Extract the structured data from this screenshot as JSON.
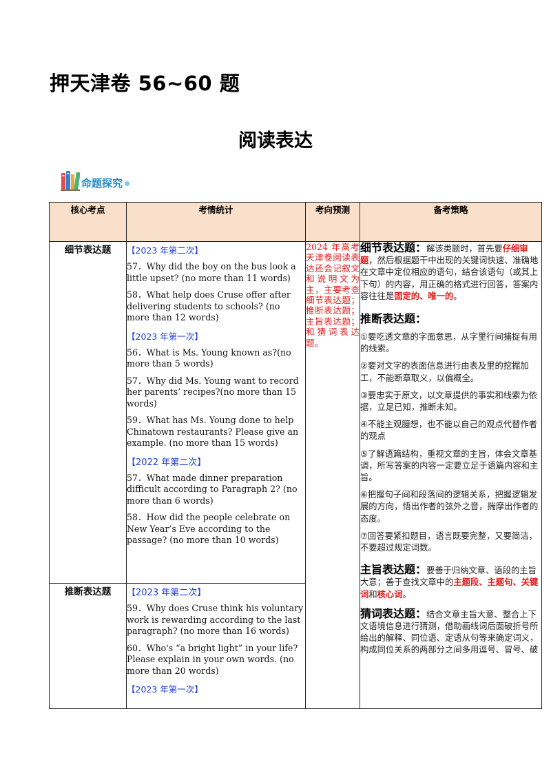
{
  "header": {
    "page_title": "押天津卷 56~60 题",
    "section_title": "阅读表达",
    "badge_label": "命题探究"
  },
  "table": {
    "columns": [
      "核心考点",
      "考情统计",
      "考向预测",
      "备考策略"
    ],
    "rows": [
      {
        "key_point": "细节表达题",
        "groups": [
          {
            "year": "【2023 年第二次】",
            "questions": [
              "57．Why did the boy on the bus look a little upset? (no more than 11 words)",
              "58．What help does Cruse offer after delivering students to schools? (no more than 12 words)"
            ]
          },
          {
            "year": "【2023 年第一次】",
            "questions": [
              "56．What is Ms. Young known as?(no more than 5 words)",
              "57．Why did Ms. Young want to record her parents’ recipes?(no more than 15 words)",
              "59．What has Ms. Young done to help Chinatown restaurants? Please give an example. (no more than 15 words)"
            ]
          },
          {
            "year": "【2022 年第二次】",
            "questions": [
              "57．What made dinner preparation difficult according to Paragraph 2? (no more than 6 words)",
              "58．How did the people celebrate on New Year’s Eve according to the passage? (no more than 10 words)"
            ]
          }
        ]
      },
      {
        "key_point": "推断表达题",
        "groups": [
          {
            "year": "【2023 年第二次】",
            "questions": [
              "59．Why does Cruse think his voluntary work is rewarding according to the last paragraph? (no more than 16 words)",
              "60．Who's “a bright light” in your life? Please explain in your own words. (no more than 20 words)"
            ]
          },
          {
            "year": "【2023 年第一次】",
            "questions": []
          }
        ]
      }
    ],
    "forecast": "2024 年高考天津卷阅读表达还会记叙文和说明文为主，主要考查细节表达题；推断表达题；主旨表达题；和猜词表达题。",
    "strategy": {
      "detail": {
        "title": "细节表达题：",
        "text_1": "解该类题时，首先要",
        "highlight_1": "仔细审题",
        "text_2": "，然后根据题干中出现的关键词快速、准确地在文章中定位相应的语句，结合该语句（或其上下句）的内容，用正确的格式进行回答，答案内容往往是",
        "highlight_2": "固定的、唯一的",
        "text_3": "。"
      },
      "inference": {
        "title": "推断表达题：",
        "points": [
          "①要吃透文章的字面意思，从字里行间捕捉有用的线索。",
          "②要对文字的表面信息进行由表及里的挖掘加工，不能断章取义，以偏概全。",
          "③要忠实于原文，以文章提供的事实和线索为依据，立足已知，推断未知。",
          "④不能主观臆想，也不能以自己的观点代替作者的观点",
          "⑤了解语篇结构，重视文章的主旨，体会文章基调，所写答案的内容一定要立足于语篇内容和主旨。",
          "⑥把握句子间和段落间的逻辑关系，把握逻辑发展的方向，悟出作者的弦外之音，揣摩出作者的态度。",
          "⑦回答要紧扣题目，语言既要完整，又要简洁，不要超过规定词数。"
        ]
      },
      "main_idea": {
        "title": "主旨表达题：",
        "text_1": "要善于归纳文章、语段的主旨大意；善于查找文章中的",
        "highlight_1": "主题段、主题句、关键词",
        "text_2": "和",
        "highlight_2": "核心词",
        "text_3": "。"
      },
      "guess": {
        "title": "猜词表达题：",
        "text": "结合文章主旨大意、整合上下文语境信息进行猜测，借助画线词后面破折号所给出的解释、同位语、定语从句等来确定词义，构成同位关系的两部分之间多用逗号、冒号、破"
      }
    }
  },
  "colors": {
    "header_bg": "#f9e0cb",
    "year_blue": "#1f3fd6",
    "accent_red": "#e21b1b",
    "badge_blue": "#2a8fc8"
  }
}
